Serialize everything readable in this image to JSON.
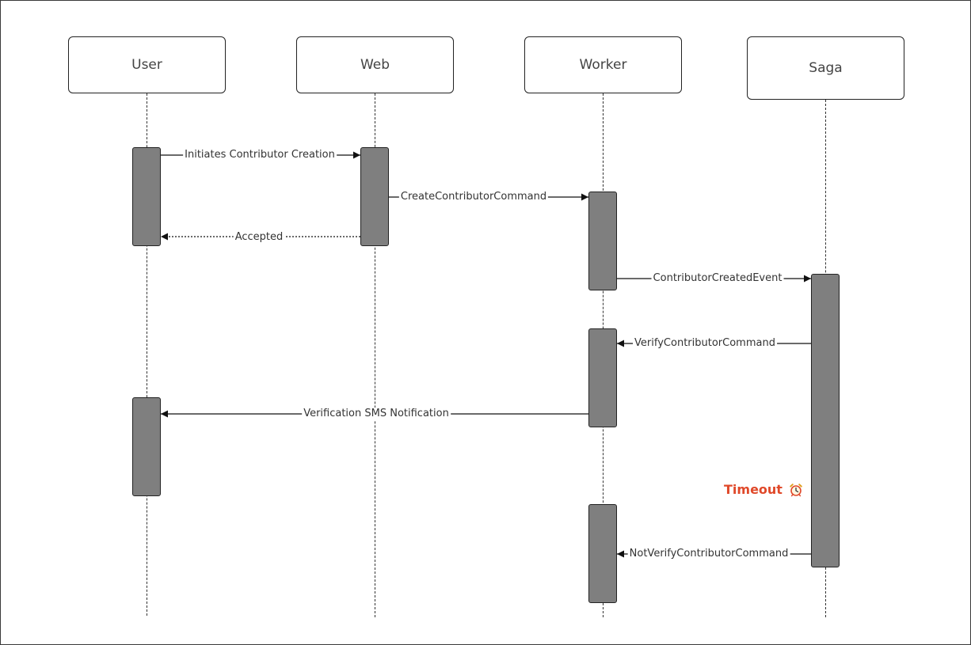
{
  "lanes": {
    "user": "User",
    "web": "Web",
    "worker": "Worker",
    "saga": "Saga"
  },
  "messages": {
    "initiates": "Initiates Contributor Creation",
    "create_cmd": "CreateContributorCommand",
    "accepted": "Accepted",
    "created_event": "ContributorCreatedEvent",
    "verify_cmd": "VerifyContributorCommand",
    "sms": "Verification SMS Notification",
    "not_verify_cmd": "NotVerifyContributorCommand"
  },
  "timeout": {
    "label": "Timeout",
    "icon": "alarm-clock-icon",
    "color": "#e0492a"
  }
}
